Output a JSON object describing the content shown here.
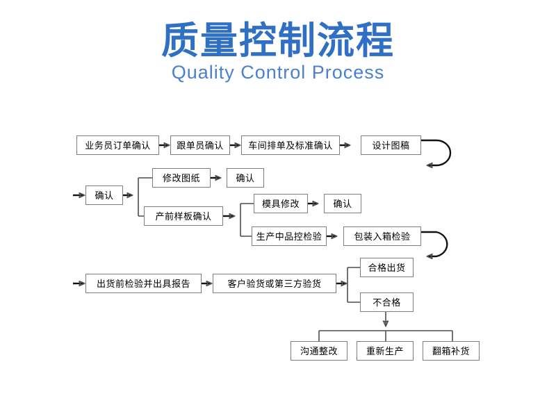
{
  "header": {
    "title": "质量控制流程",
    "subtitle": "Quality Control Process",
    "title_color": "#2f6fc4",
    "subtitle_color": "#4a80cd"
  },
  "chart_data": {
    "type": "diagram",
    "title": "质量控制流程",
    "subtitle": "Quality Control Process",
    "rows": [
      {
        "name": "row-1",
        "nodes": [
          "业务员订单确认",
          "跟单员确认",
          "车间排单及标准确认",
          "设计图稿"
        ],
        "loop_back": true
      },
      {
        "name": "row-2",
        "nodes": [
          "确认",
          "修改图纸",
          "确认",
          "产前样板确认",
          "模具修改",
          "确认",
          "生产中品控检验",
          "包装入箱检验"
        ],
        "loop_back": true
      },
      {
        "name": "row-3",
        "nodes": [
          "出货前检验并出具报告",
          "客户验货或第三方验货",
          "合格出货",
          "不合格",
          "沟通整改",
          "重新生产",
          "翻箱补货"
        ],
        "loop_back": false
      }
    ]
  },
  "nodes": {
    "n1": "业务员订单确认",
    "n2": "跟单员确认",
    "n3": "车间排单及标准确认",
    "n4": "设计图稿",
    "n5": "确认",
    "n6": "修改图纸",
    "n7": "确认",
    "n8": "产前样板确认",
    "n9": "模具修改",
    "n10": "确认",
    "n11": "生产中品控检验",
    "n12": "包装入箱检验",
    "n13": "出货前检验并出具报告",
    "n14": "客户验货或第三方验货",
    "n15": "合格出货",
    "n16": "不合格",
    "n17": "沟通整改",
    "n18": "重新生产",
    "n19": "翻箱补货"
  },
  "colors": {
    "box_border": "#7d7d7d",
    "connector": "#4d4d4d",
    "arrow": "#111111",
    "text": "#000000",
    "background": "#ffffff"
  }
}
